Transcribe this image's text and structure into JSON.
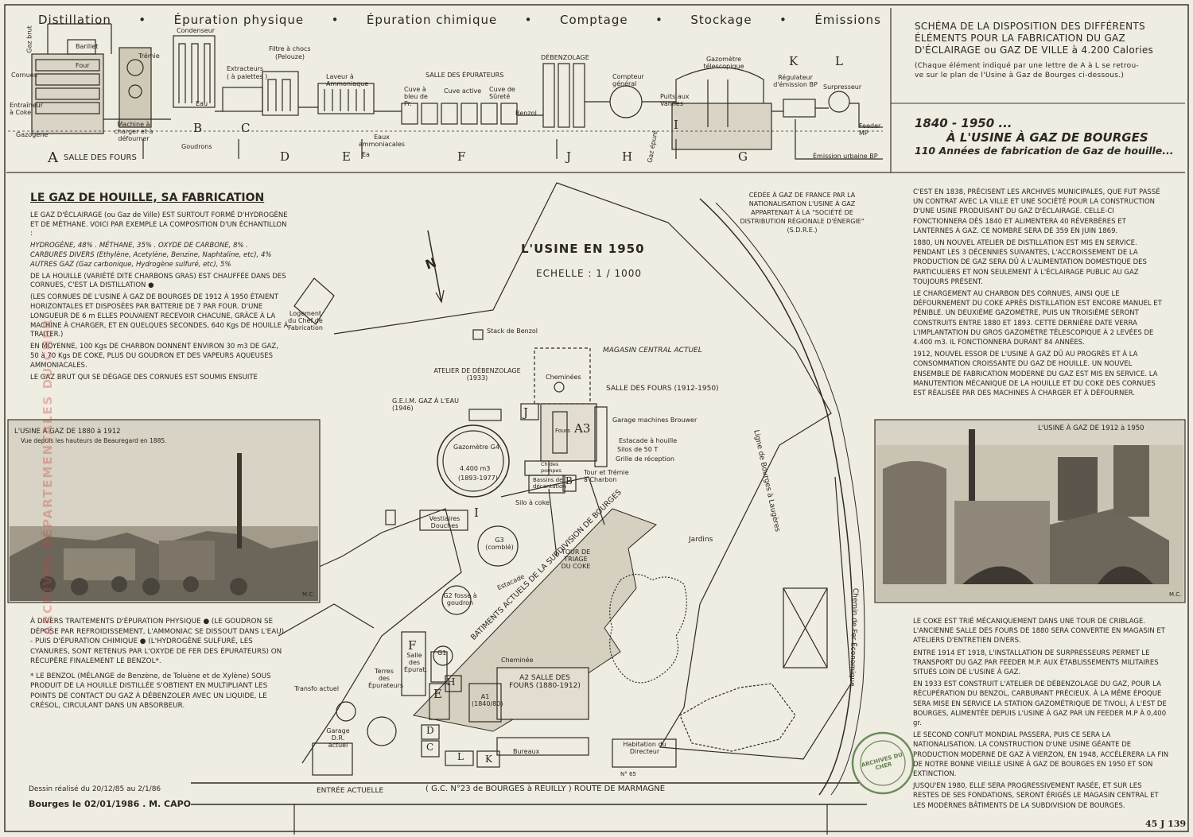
{
  "process_bar": [
    "Distillation",
    "•",
    "Épuration physique",
    "•",
    "Épuration chimique",
    "•",
    "Comptage",
    "•",
    "Stockage",
    "•",
    "Émissions"
  ],
  "title_block": {
    "line1": "SCHÉMA DE LA DISPOSITION DES DIFFÉRENTS",
    "line2": "ÉLÉMENTS POUR LA FABRICATION DU GAZ",
    "line3": "D'ÉCLAIRAGE ou GAZ DE VILLE à 4.200 Calories",
    "note1": "(Chaque élément indiqué par une lettre de A à L se retrou-",
    "note2": "ve sur le plan de l'Usine à Gaz de Bourges ci-dessous.)"
  },
  "subtitle": {
    "years": "1840 - 1950 ...",
    "place": "À L'USINE À GAZ DE BOURGES",
    "tagline": "110 Années de fabrication de Gaz de houille..."
  },
  "process_labels": {
    "cornues": "Cornues",
    "gaz_brut": "Gaz brut",
    "barillet": "Barillet",
    "four": "Four",
    "tremie": "Trémie",
    "condenseur": "Condenseur",
    "extracteurs": "Extracteurs",
    "a_palettes": "( à palettes )",
    "filtre": "Filtre à chocs",
    "pelouze": "(Pelouze)",
    "laveur": "Laveur à Ammoniaque",
    "salle_epurateurs": "SALLE DES ÉPURATEURS",
    "debenzolage": "DÉBENZOLAGE",
    "compteur": "Compteur général",
    "gazometre": "Gazomètre télescopique",
    "regulateur": "Régulateur d'émission BP",
    "surpresseur": "Surpresseur",
    "entraineur": "Entraîneur à Coke",
    "gazogene": "Gazogène",
    "machine": "Machine à charger et à défourner",
    "goudrons": "Goudrons",
    "eau": "Eau",
    "eaux_ammon": "Eaux ammoniacales",
    "ea": "Ea",
    "cuve_bleu": "Cuve à bleu de Pr.",
    "cuve_active": "Cuve active",
    "cuve_surete": "Cuve de Sûreté",
    "benzol": "Benzol",
    "puits": "Puits aux Vannes",
    "feeder": "Feeder MP",
    "emission": "Émission urbaine BP",
    "salle_fours": "SALLE DES FOURS",
    "gaz_epure": "Gaz épuré"
  },
  "process_letters": [
    "A",
    "B",
    "C",
    "D",
    "E",
    "F",
    "J",
    "H",
    "G",
    "I",
    "K",
    "L"
  ],
  "left_text": {
    "heading": "LE GAZ DE HOUILLE, SA FABRICATION",
    "paragraphs": [
      "LE GAZ D'ÉCLAIRAGE (ou Gaz de Ville) EST SURTOUT FORMÉ D'HYDROGÈNE ET DE MÉTHANE. VOICI PAR EXEMPLE LA COMPOSITION D'UN ÉCHANTILLON :",
      "HYDROGÈNE, 48% . MÉTHANE, 35% . OXYDE DE CARBONE, 8% .",
      "CARBURES DIVERS (Ethylène, Acetylène, Benzine, Naphtaline, etc), 4%",
      "AUTRES GAZ (Gaz carbonique, Hydrogène sulfuré, etc), 5%",
      "DE LA HOUILLE (VARIÉTÉ DITE CHARBONS GRAS) EST CHAUFFÉE DANS DES CORNUES, C'EST LA DISTILLATION ●",
      "(LES CORNUES DE L'USINE À GAZ DE BOURGES DE 1912 À 1950 ÉTAIENT HORIZONTALES ET DISPOSÉES PAR BATTERIE DE 7 PAR FOUR. D'UNE LONGUEUR DE 6 m ELLES POUVAIENT RECEVOIR CHACUNE, GRÂCE À LA MACHINE À CHARGER, ET EN QUELQUES SECONDES, 640 Kgs DE HOUILLE À TRAITER.)",
      "EN MOYENNE, 100 Kgs DE CHARBON DONNENT ENVIRON 30 m3 DE GAZ, 50 à 70 Kgs DE COKE, PLUS DU GOUDRON ET DES VAPEURS AQUEUSES AMMONIACALES.",
      "LE GAZ BRUT QUI SE DÉGAGE DES CORNUES EST SOUMIS ENSUITE"
    ]
  },
  "left_image": {
    "title": "L'USINE À GAZ DE 1880 à 1912",
    "caption": "Vue depuis les hauteurs de Beauregard en 1885.",
    "sig": "M.C."
  },
  "left_bottom": {
    "paragraphs": [
      "À DIVERS TRAITEMENTS D'ÉPURATION PHYSIQUE ● (LE GOUDRON SE DÉPOSE PAR REFROIDISSEMENT, L'AMMONIAC SE DISSOUT DANS L'EAU) - PUIS D'ÉPURATION CHIMIQUE ● (L'HYDROGÈNE SULFURÉ, LES CYANURES, SONT RETENUS PAR L'OXYDE DE FER DES ÉPURATEURS) ON RÉCUPÈRE FINALEMENT LE BENZOL*.",
      "* LE BENZOL (MÉLANGE de Benzène, de Toluène et de Xylène) SOUS PRODUIT DE LA HOUILLE DISTILLÉE S'OBTIENT EN MULTIPLIANT LES POINTS DE CONTACT DU GAZ À DÉBENZOLER AVEC UN LIQUIDE, LE CRÉSOL, CIRCULANT DANS UN ABSORBEUR."
    ],
    "drawn": "Dessin réalisé du 20/12/85 au 2/1/86",
    "signed": "Bourges le 02/01/1986 . M. CAPO"
  },
  "map": {
    "title": "L'USINE EN 1950",
    "scale": "ECHELLE : 1 / 1000",
    "north": "N",
    "ceded": "CÉDÉE À GAZ DE FRANCE PAR LA NATIONALISATION L'USINE À GAZ APPARTENAIT À LA \"SOCIÉTÉ DE DISTRIBUTION RÉGIONALE D'ÉNERGIE\" (S.D.R.E.)",
    "labels": {
      "logement": "Logement du Chef de Fabrication",
      "stack": "Stack de Benzol",
      "magasin": "MAGASIN CENTRAL ACTUEL",
      "atelier": "ATELIER DE DÉBENZOLAGE (1933)",
      "cheminees": "Cheminées",
      "salle_fours": "SALLE DES FOURS (1912-1950)",
      "geim": "G.E.I.M. GAZ À L'EAU (1946)",
      "garage_brouwer": "Garage machines Brouwer",
      "estacade": "Estacade à houille",
      "silos": "Silos de 50 T",
      "grille": "Grille de réception",
      "tour_tremie": "Tour et Trémie à Charbon",
      "bassins": "Bassins de décantation",
      "ch_pompes": "Ch des pompes",
      "fours": "Fours",
      "g4": "Gazomètre G4",
      "g4_vol": "4.400 m3",
      "g4_years": "(1893-1977)",
      "vestiaires": "Vestiaires Douches",
      "silo_coke": "Silo à coke",
      "g3": "G3 (comblé)",
      "tour_triage": "TOUR DE TRIAGE DU COKE",
      "jardins": "Jardins",
      "estacade2": "Estacade",
      "g2": "G2 fosse à goudron",
      "g1": "G1",
      "batiments": "BATIMENTS ACTUELS DE LA SUBDIVISION DE BOURGES",
      "terres": "Terres des Épurateurs",
      "salle_f": "Salle des Épurat.",
      "cheminee": "Cheminée",
      "a2": "A2 SALLE DES FOURS (1880-1912)",
      "a1": "A1 (1840/80)",
      "transfo": "Transfo actuel",
      "garage_dr": "Garage D.R. actuel",
      "bureaux": "Bureaux",
      "habitation": "Habitation du Directeur",
      "entree": "ENTRÉE ACTUELLE",
      "road": "( G.C. N°23 de BOURGES à REUILLY ) ROUTE DE MARMAGNE",
      "ligne": "Ligne de Bourges à Laugères",
      "chemin": "Chemin de Fer Économique",
      "n65": "N° 65"
    },
    "letters": [
      "A3",
      "B",
      "J",
      "I",
      "F",
      "E",
      "H",
      "D",
      "C",
      "L",
      "K"
    ]
  },
  "right_text": {
    "paragraphs": [
      "C'EST EN 1838, PRÉCISENT LES ARCHIVES MUNICIPALES, QUE FUT PASSÉ UN CONTRAT AVEC LA VILLE ET UNE SOCIÉTÉ POUR LA CONSTRUCTION D'UNE USINE PRODUISANT DU GAZ D'ÉCLAIRAGE. CELLE-CI FONCTIONNERA DÈS 1840 ET ALIMENTERA 40 RÉVERBÈRES ET LANTERNES À GAZ. CE NOMBRE SERA DE 359 EN JUIN 1869.",
      "1880, UN NOUVEL ATELIER DE DISTILLATION EST MIS EN SERVICE. PENDANT LES 3 DÉCENNIES SUIVANTES, L'ACCROISSEMENT DE LA PRODUCTION DE GAZ SERA DÛ À L'ALIMENTATION DOMESTIQUE DES PARTICULIERS ET NON SEULEMENT À L'ÉCLAIRAGE PUBLIC AU GAZ TOUJOURS PRÉSENT.",
      "LE CHARGEMENT AU CHARBON DES CORNUES, AINSI QUE LE DÉFOURNEMENT DU COKE APRÈS DISTILLATION EST ENCORE MANUEL ET PÉNIBLE. UN DEUXIÈME GAZOMÈTRE, PUIS UN TROISIÈME SERONT CONSTRUITS ENTRE 1880 ET 1893. CETTE DERNIÈRE DATE VERRA L'IMPLANTATION DU GROS GAZOMÈTRE TÉLESCOPIQUE À 2 LEVÉES DE 4.400 m3. IL FONCTIONNERA DURANT 84 ANNÉES.",
      "1912, NOUVEL ESSOR DE L'USINE À GAZ DÛ AU PROGRÈS ET À LA CONSOMMATION CROISSANTE DU GAZ DE HOUILLE. UN NOUVEL ENSEMBLE DE FABRICATION MODERNE DU GAZ EST MIS EN SERVICE. LA MANUTENTION MÉCANIQUE DE LA HOUILLE ET DU COKE DES CORNUES EST RÉALISÉE PAR DES MACHINES À CHARGER ET À DÉFOURNER."
    ]
  },
  "right_image": {
    "title": "L'USINE À GAZ DE 1912 à 1950",
    "sig": "M.C."
  },
  "right_bottom": {
    "paragraphs": [
      "LE COKE EST TRIÉ MÉCANIQUEMENT DANS UNE TOUR DE CRIBLAGE. L'ANCIENNE SALLE DES FOURS DE 1880 SERA CONVERTIE EN MAGASIN ET ATELIERS D'ENTRETIEN DIVERS.",
      "ENTRE 1914 ET 1918, L'INSTALLATION DE SURPRESSEURS PERMET LE TRANSPORT DU GAZ PAR FEEDER M.P. AUX ÉTABLISSEMENTS MILITAIRES SITUÉS LOIN DE L'USINE À GAZ.",
      "EN 1933 EST CONSTRUIT L'ATELIER DE DÉBENZOLAGE DU GAZ, POUR LA RÉCUPÉRATION DU BENZOL, CARBURANT PRÉCIEUX. À LA MÊME ÉPOQUE SERA MISE EN SERVICE LA STATION GAZOMÉTRIQUE DE TIVOLI, À L'EST DE BOURGES, ALIMENTÉE DEPUIS L'USINE À GAZ PAR UN FEEDER M.P À 0,400 gr.",
      "LE SECOND CONFLIT MONDIAL PASSERA, PUIS CE SERA LA NATIONALISATION. LA CONSTRUCTION D'UNE USINE GÉANTE DE PRODUCTION MODERNE DE GAZ À VIERZON, EN 1948, ACCÉLÉRERA LA FIN DE NOTRE BONNE VIEILLE USINE À GAZ DE BOURGES EN 1950 ET SON EXTINCTION.",
      "JUSQU'EN 1980, ELLE SERA PROGRESSIVEMENT RASÉE, ET SUR LES RESTES DE SES FONDATIONS, SERONT ÉRIGÉS LE MAGASIN CENTRAL ET LES MODERNES BÂTIMENTS DE LA SUBDIVISION DE BOURGES."
    ]
  },
  "watermark": "ARCHIVES DÉPARTEMENTALES DU CHER",
  "stamp": "ARCHIVES DU CHER",
  "cote": "45 J 139"
}
